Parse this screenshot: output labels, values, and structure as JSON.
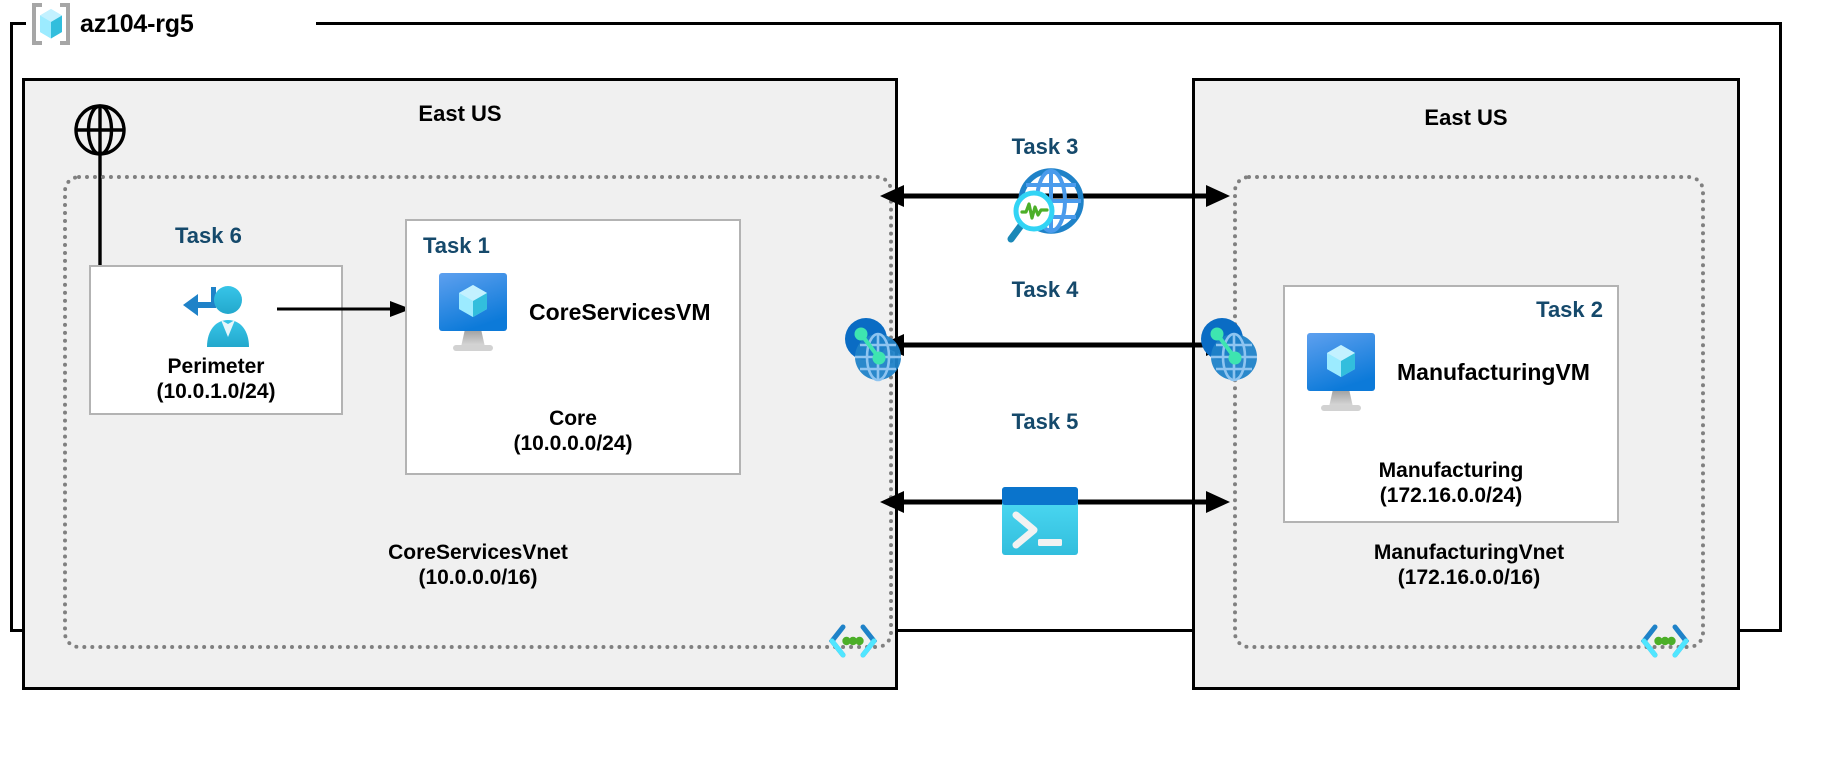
{
  "resource_group": {
    "name": "az104-rg5",
    "icon": "resource-group-cube-icon"
  },
  "regions": [
    {
      "id": "left",
      "title": "East US"
    },
    {
      "id": "right",
      "title": "East US"
    }
  ],
  "internet": {
    "icon": "globe-icon"
  },
  "vnets": [
    {
      "id": "core",
      "name": "CoreServicesVnet",
      "cidr": "(10.0.0.0/16)",
      "caption": "CoreServicesVnet\n(10.0.0.0/16)",
      "glyph": "vnet-brackets-icon"
    },
    {
      "id": "manufacturing",
      "name": "ManufacturingVnet",
      "cidr": "(172.16.0.0/16)",
      "caption": "ManufacturingVnet\n(172.16.0.0/16)",
      "glyph": "vnet-brackets-icon"
    }
  ],
  "subnets": [
    {
      "id": "perimeter",
      "task": "Task 6",
      "name": "Perimeter",
      "cidr": "(10.0.1.0/24)",
      "caption": "Perimeter\n(10.0.1.0/24)",
      "icon": "bastion-user-icon"
    },
    {
      "id": "core",
      "task": "Task 1",
      "name": "Core",
      "cidr": "(10.0.0.0/24)",
      "caption": "Core\n(10.0.0.0/24)",
      "resource": {
        "name": "CoreServicesVM",
        "icon": "virtual-machine-icon"
      }
    },
    {
      "id": "manufacturing",
      "task": "Task 2",
      "name": "Manufacturing",
      "cidr": "(172.16.0.0/24)",
      "caption": "Manufacturing\n(172.16.0.0/24)",
      "resource": {
        "name": "ManufacturingVM",
        "icon": "virtual-machine-icon"
      }
    }
  ],
  "middle_tasks": [
    {
      "id": "task3",
      "label": "Task 3",
      "icon": "network-watcher-icon"
    },
    {
      "id": "task4",
      "label": "Task 4",
      "icon": "vnet-peering-icon"
    },
    {
      "id": "task5",
      "label": "Task 5",
      "icon": "cloud-shell-icon"
    }
  ],
  "peering_endpoints": [
    {
      "id": "peer-left",
      "icon": "vnet-peering-icon"
    },
    {
      "id": "peer-right",
      "icon": "vnet-peering-icon"
    }
  ],
  "colors": {
    "task_text": "#15496b",
    "region_fill": "#f0f0f0",
    "frame_stroke": "#000000",
    "vnet_stroke": "#808080",
    "subnet_stroke": "#b3b3b3",
    "azure_blue": "#0078d4",
    "cyan": "#32d4f5",
    "green": "#4caf28"
  }
}
